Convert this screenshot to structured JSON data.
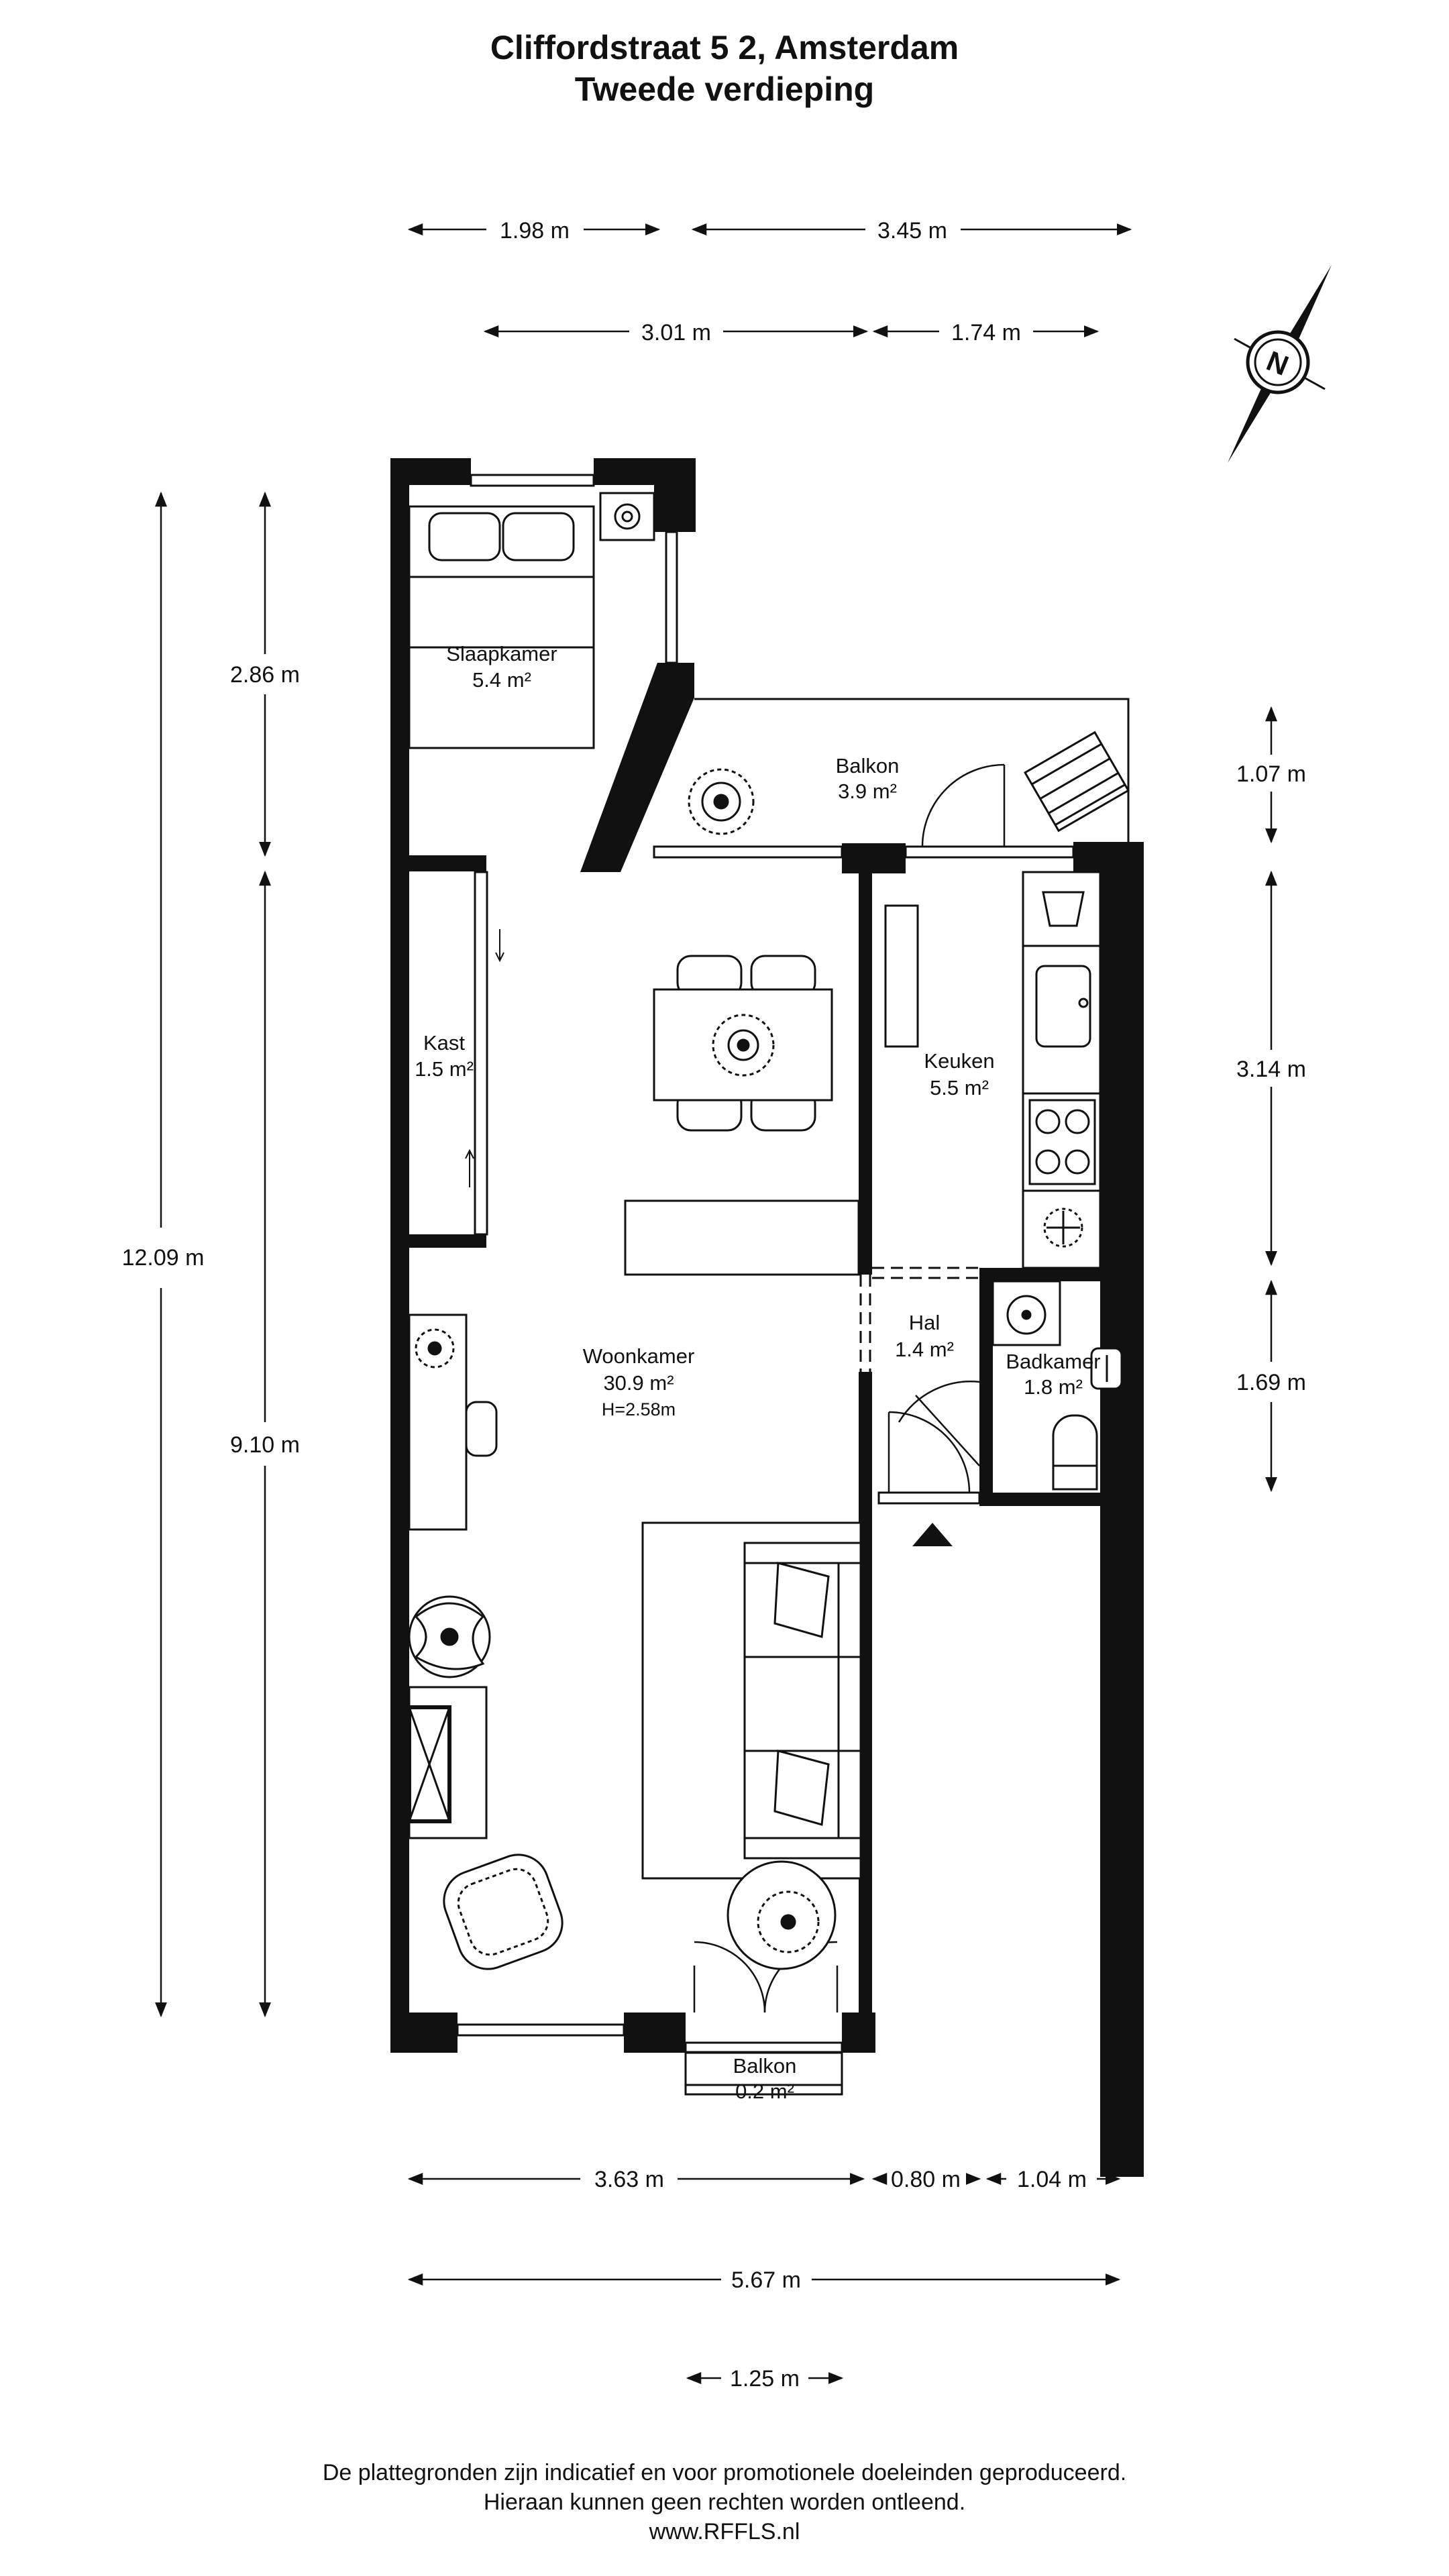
{
  "header": {
    "address": "Cliffordstraat 5 2, Amsterdam",
    "floor": "Tweede verdieping"
  },
  "dimensions": {
    "top_left": "1.98 m",
    "top_right": "3.45 m",
    "second_left": "3.01 m",
    "second_right": "1.74 m",
    "left_total": "12.09 m",
    "left_upper": "2.86 m",
    "left_lower": "9.10 m",
    "right_1": "1.07 m",
    "right_2": "3.14 m",
    "right_3": "1.69 m",
    "bottom_1": "3.63 m",
    "bottom_2": "0.80 m",
    "bottom_3": "1.04 m",
    "bottom_total": "5.67 m",
    "bottom_balcony": "1.25 m"
  },
  "rooms": {
    "slaapkamer": {
      "name": "Slaapkamer",
      "area": "5.4 m²"
    },
    "balkon_top": {
      "name": "Balkon",
      "area": "3.9 m²"
    },
    "kast": {
      "name": "Kast",
      "area": "1.5 m²"
    },
    "keuken": {
      "name": "Keuken",
      "area": "5.5 m²"
    },
    "hal": {
      "name": "Hal",
      "area": "1.4 m²"
    },
    "badkamer": {
      "name": "Badkamer",
      "area": "1.8 m²"
    },
    "woonkamer": {
      "name": "Woonkamer",
      "area": "30.9 m²",
      "height": "H=2.58m"
    },
    "balkon_bottom": {
      "name": "Balkon",
      "area": "0.2 m²"
    }
  },
  "compass": {
    "letter": "N"
  },
  "footer": {
    "line1": "De plattegronden zijn indicatief en voor promotionele doeleinden geproduceerd.",
    "line2": "Hieraan kunnen geen rechten worden ontleend.",
    "line3": "www.RFFLS.nl"
  }
}
